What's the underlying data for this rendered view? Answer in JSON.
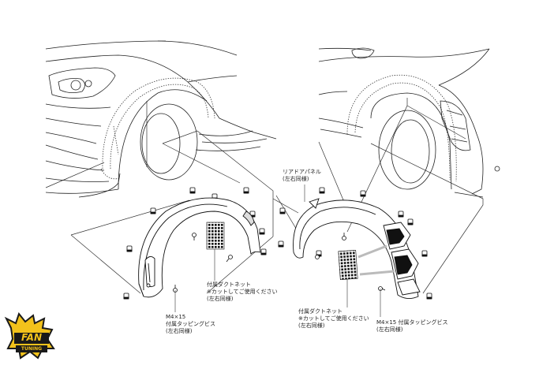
{
  "labels": {
    "front_duct_net": {
      "line1": "付属ダクトネット",
      "line2": "※カットしてご使用ください",
      "line3": "(左右同様)"
    },
    "front_screw": {
      "line1": "M4×15",
      "line2": "付属タッピングビス",
      "line3": "(左右同様)"
    },
    "rear_panel": {
      "line1": "リアドアパネル",
      "line2": "(左右同様)"
    },
    "rear_duct_net": {
      "line1": "付属ダクトネット",
      "line2": "※カットしてご使用ください",
      "line3": "(左右同様)"
    },
    "rear_screw": {
      "line1": "M4×15 付属タッピングビス",
      "line2": "(左右同様)"
    }
  },
  "logo": {
    "text_top": "FAN",
    "text_bottom": "TUNING",
    "colors": {
      "yellow": "#f2c21b",
      "dark": "#1a1a1a"
    }
  }
}
